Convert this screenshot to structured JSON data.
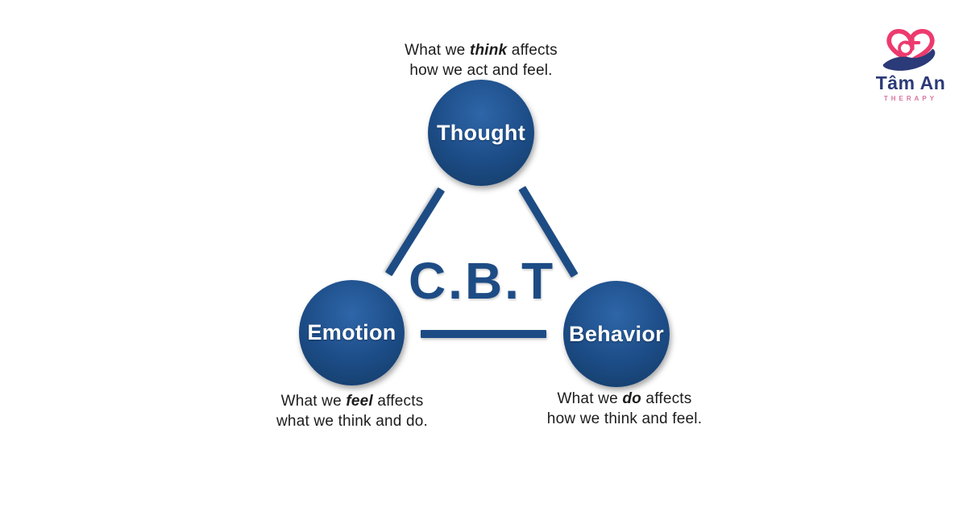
{
  "page": {
    "background": "#ffffff"
  },
  "diagram": {
    "title": "C.B.T",
    "colors": {
      "title_blue": "#1d4c85",
      "connector_blue": "#1d4c85",
      "node_center": "#2e66a8",
      "node_edge": "#123a63",
      "node_label_text": "#ffffff",
      "caption_text": "#1c1c1c"
    },
    "nodes": {
      "thought": {
        "label": "Thought",
        "caption": {
          "pre": "What we ",
          "em": "think",
          "post": " affects",
          "line2": "how we act and feel."
        }
      },
      "emotion": {
        "label": "Emotion",
        "caption": {
          "pre": "What we ",
          "em": "feel",
          "post": " affects",
          "line2": "what we think and do."
        }
      },
      "behavior": {
        "label": "Behavior",
        "caption": {
          "pre": "What we ",
          "em": "do",
          "post": " affects",
          "line2": "how we think and feel."
        }
      }
    }
  },
  "logo": {
    "brand": "Tâm An",
    "sub": "THERAPY",
    "colors": {
      "brand_navy": "#2b3a78",
      "heart_pink": "#ed3a6e",
      "sub_pink": "#d9759c"
    }
  }
}
